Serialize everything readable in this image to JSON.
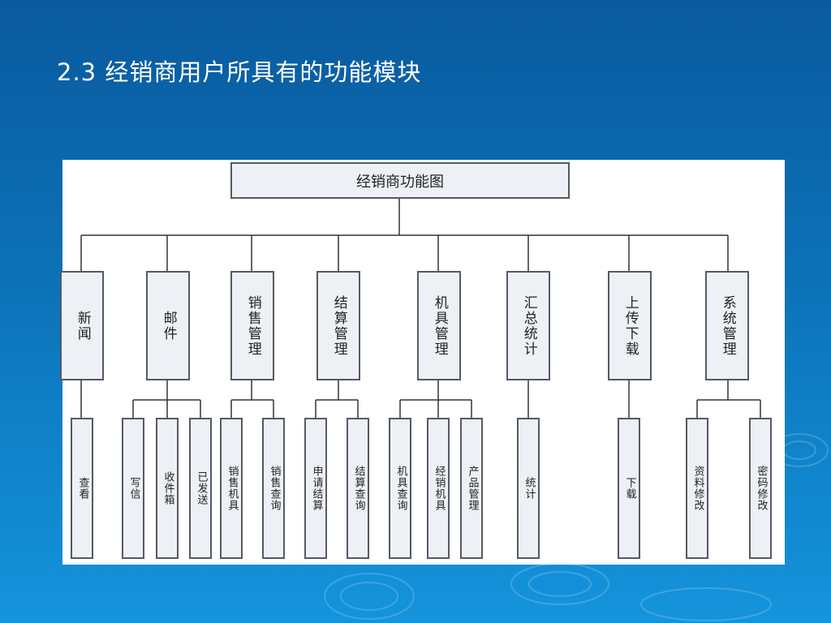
{
  "slide": {
    "title": "2.3 经销商用户所具有的功能模块"
  },
  "diagram": {
    "root": "经销商功能图",
    "modules": [
      {
        "label": "新闻",
        "children": [
          "查看"
        ]
      },
      {
        "label": "邮件",
        "children": [
          "写信",
          "收件箱",
          "已发送"
        ]
      },
      {
        "label": "销售管理",
        "children": [
          "销售机具",
          "销售查询"
        ]
      },
      {
        "label": "结算管理",
        "children": [
          "申请结算",
          "结算查询"
        ]
      },
      {
        "label": "机具管理",
        "children": [
          "机具查询",
          "经销机具",
          "产品管理"
        ]
      },
      {
        "label": "汇总统计",
        "children": [
          "统计"
        ]
      },
      {
        "label": "上传下载",
        "children": [
          "下载"
        ]
      },
      {
        "label": "系统管理",
        "children": [
          "资料修改",
          "密码修改"
        ]
      }
    ]
  },
  "colors": {
    "background_top": "#0a5a9e",
    "background_bottom": "#1494dc",
    "box_fill": "#edf0f5",
    "box_border": "#555a62",
    "connector": "#333333"
  }
}
